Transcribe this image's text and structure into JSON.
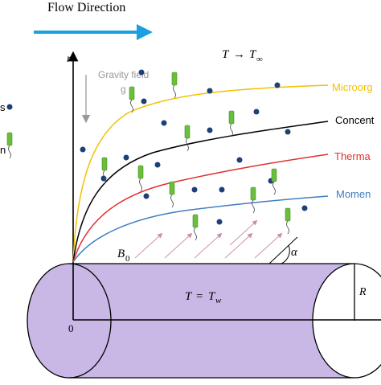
{
  "header": {
    "flow_label": "Flow Direction"
  },
  "axes": {
    "r_label": "r",
    "origin_label": "0",
    "R_label": "R",
    "alpha_label": "α"
  },
  "field": {
    "gravity_label": "Gravity field",
    "g_label": "g",
    "far_temp_T": "T",
    "far_temp_arrow": "→",
    "far_temp_Tinf": "T",
    "far_temp_inf_sub": "∞",
    "wall_T": "T",
    "wall_eq": "=",
    "wall_Tw": "T",
    "wall_sub": "w",
    "magnetic_B": "B",
    "magnetic_sub": "0"
  },
  "curves": [
    {
      "label": "Microorg",
      "color": "#f2c200"
    },
    {
      "label": "Concent",
      "color": "#000000"
    },
    {
      "label": "Therma",
      "color": "#e03030"
    },
    {
      "label": "Momen",
      "color": "#3f7fc0"
    }
  ],
  "legend_left": {
    "nanoparticle_suffix": "s",
    "microorganism_suffix": "n"
  },
  "colors": {
    "flow_arrow": "#1aa0e0",
    "cylinder_fill": "#c9b8e6",
    "nanoparticle": "#1f3f78",
    "micro_body": "#6abf3a",
    "micro_tail": "#555555",
    "field_arrow": "#c890a8"
  }
}
